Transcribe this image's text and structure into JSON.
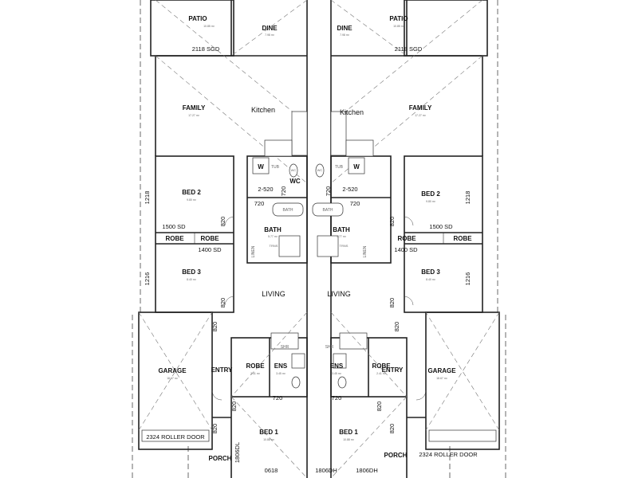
{
  "rooms": {
    "patio_l": "PATIO",
    "patio_r": "PATIO",
    "dine_l": "DINE",
    "dine_r": "DINE",
    "family_l": "FAMILY",
    "family_r": "FAMILY",
    "kitchen_l": "Kitchen",
    "kitchen_r": "Kitchen",
    "bed2_l": "BED 2",
    "bed2_r": "BED 2",
    "bed3_l": "BED 3",
    "bed3_r": "BED 3",
    "bed1_l": "BED 1",
    "bed1_r": "BED 1",
    "wc_l": "WC",
    "bath_l": "BATH",
    "bath_r": "BATH",
    "bathtub_l": "BATH",
    "bathtub_r": "BATH",
    "living_l": "LIVING",
    "living_r": "LIVING",
    "garage_l": "GARAGE",
    "garage_r": "GARAGE",
    "entry_l": "ENTRY",
    "entry_r": "ENTRY",
    "robe_l": "ROBE",
    "robe_r": "ROBE",
    "robe_b2_l1": "ROBE",
    "robe_b2_l2": "ROBE",
    "robe_b2_r": "ROBE",
    "robe_b2_r2": "ROBE",
    "ens_l": "ENS",
    "ens_r": "ENS",
    "porch_l": "PORCH",
    "porch_r": "PORCH",
    "shr_l": "SHR",
    "shr_r": "SHR",
    "linen_l": "LINEN",
    "linen_r": "LINEN",
    "tub_l": "TUB",
    "tub_r": "TUB",
    "wc_pan_l": "WC",
    "wc_pan_r": "WC",
    "w_l": "W",
    "w_r": "W",
    "trns_l": "TRNS",
    "trns_r": "TRNS"
  },
  "dims": {
    "sgd_l": "2118 SGD",
    "sgd_r": "2118 SGD",
    "door2520_l": "2-520",
    "door2520_r": "2-520",
    "sd1500_l": "1500 SD",
    "sd1500_r": "1500 SD",
    "sd1400_l": "1400 SD",
    "sd1400_r": "1400 SD",
    "roller_l": "2324 ROLLER DOOR",
    "roller_r": "2324 ROLLER DOOR",
    "w0618": "0618",
    "dh1806_l": "1806DH",
    "dh1806_r": "1806DH",
    "dl1806": "1806DL",
    "v1218_l": "1218",
    "v1216_l": "1216",
    "v1218_r": "1218",
    "v1216_r": "1216",
    "d720_wc_l": "720",
    "d720_wc_r": "720",
    "d720_bath_l": "720",
    "d720_bath_r": "720",
    "d720_ens_l": "720",
    "d720_ens_r": "720",
    "d820_bed2_l": "820",
    "d820_bed3_l": "820",
    "d820_gar_l": "820",
    "d820_bed1_l": "820",
    "d820_porch_l": "820",
    "d820_bed2_r": "820",
    "d820_bed3_r": "820",
    "d820_gar_r": "820",
    "d820_bed1_r": "820",
    "d820_porch_r": "820"
  },
  "areas": {
    "patio": "10.85 m²",
    "dine": "7.98 m²",
    "family": "17.27 m²",
    "bed2": "9.80 m²",
    "bed3": "8.40 m²",
    "bath": "5.77 m²",
    "garage": "18.67 m²",
    "robe": "2.41 m²",
    "ens": "3.45 m²",
    "bed1": "10.88 m²"
  }
}
